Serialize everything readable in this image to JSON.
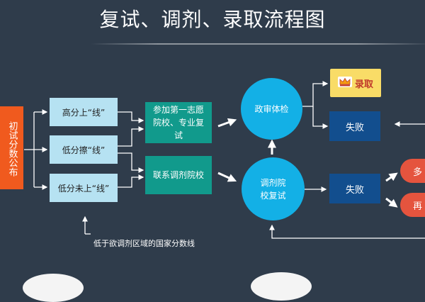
{
  "title": "复试、调剂、录取流程图",
  "start": "初试分数公布",
  "scores": [
    "高分上“线”",
    "低分擦“线”",
    "低分未上“线”"
  ],
  "steps": {
    "first_choice": "参加第一志愿院校、专业复试",
    "contact_adjust": "联系调剂院校"
  },
  "checks": {
    "political": "政审体检",
    "adjust_retest": "调剂院校复试"
  },
  "results": {
    "admit": "录取",
    "fail_top": "失败",
    "fail_bottom": "失败",
    "pill_1": "多",
    "pill_2": "再"
  },
  "note": "低于欲调剂区域的国家分数线",
  "colors": {
    "background": "#2f3c4b",
    "start": "#f05a1e",
    "score_box": "#b6e2f2",
    "step_box": "#119a8c",
    "circle": "#13b0e6",
    "result_box": "#124e8e",
    "admit_box": "#f9dc67",
    "pill": "#e5543e"
  },
  "icons": {
    "admit": "crown-icon"
  }
}
